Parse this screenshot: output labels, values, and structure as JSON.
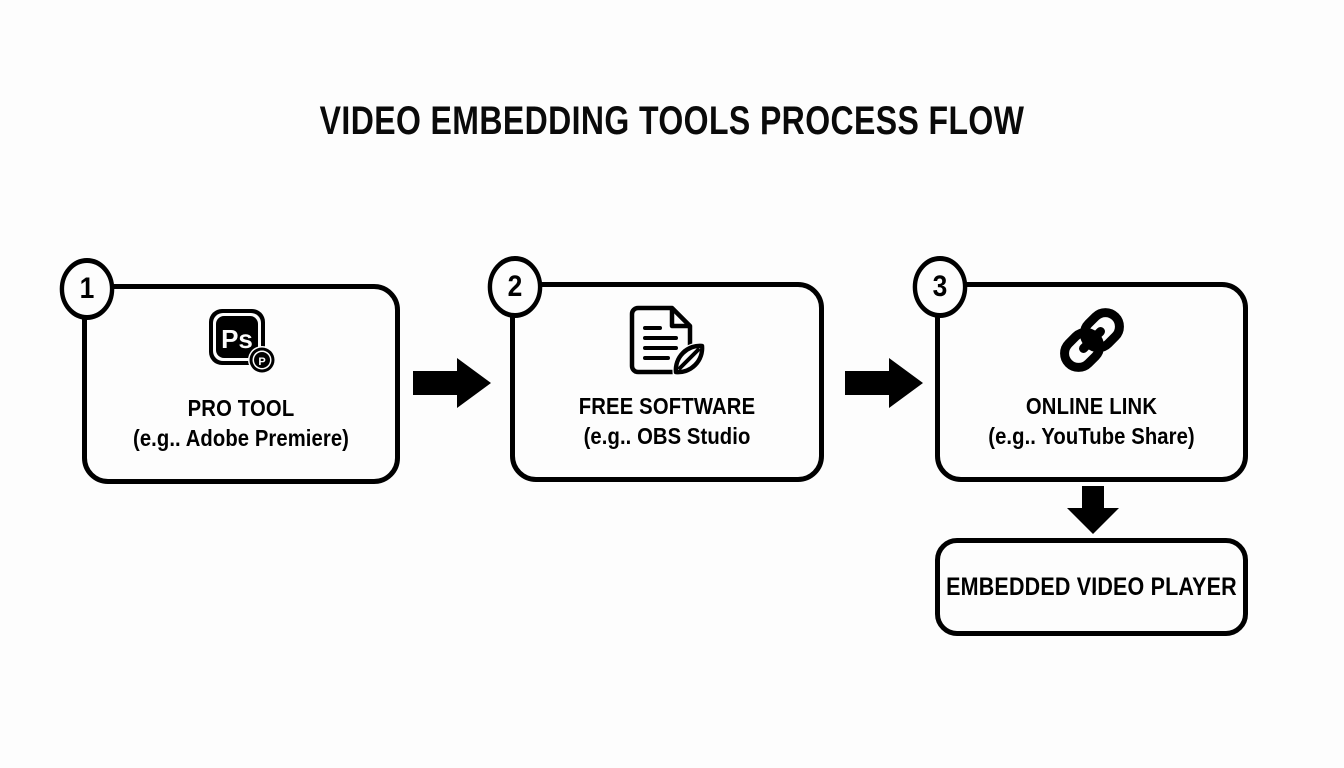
{
  "page": {
    "title": "VIDEO EMBEDDING TOOLS PROCESS FLOW",
    "background_color": "#fdfdfd",
    "ink_color": "#000000"
  },
  "flow": {
    "steps": [
      {
        "number": "1",
        "icon": "photoshop-ps-icon",
        "icon_label": "Ps",
        "line1": "PRO TOOL",
        "line2": "(e.g.. Adobe Premiere)"
      },
      {
        "number": "2",
        "icon": "document-leaf-icon",
        "line1": "FREE SOFTWARE",
        "line2": "(e.g.. OBS Studio"
      },
      {
        "number": "3",
        "icon": "chain-link-icon",
        "line1": "ONLINE LINK",
        "line2": "(e.g.. YouTube Share)"
      }
    ],
    "output": {
      "label": "EMBEDDED VIDEO PLAYER"
    },
    "connectors": [
      {
        "name": "arrow-step1-to-step2",
        "direction": "right"
      },
      {
        "name": "arrow-step2-to-step3",
        "direction": "right"
      },
      {
        "name": "arrow-step3-to-output",
        "direction": "down"
      }
    ]
  }
}
